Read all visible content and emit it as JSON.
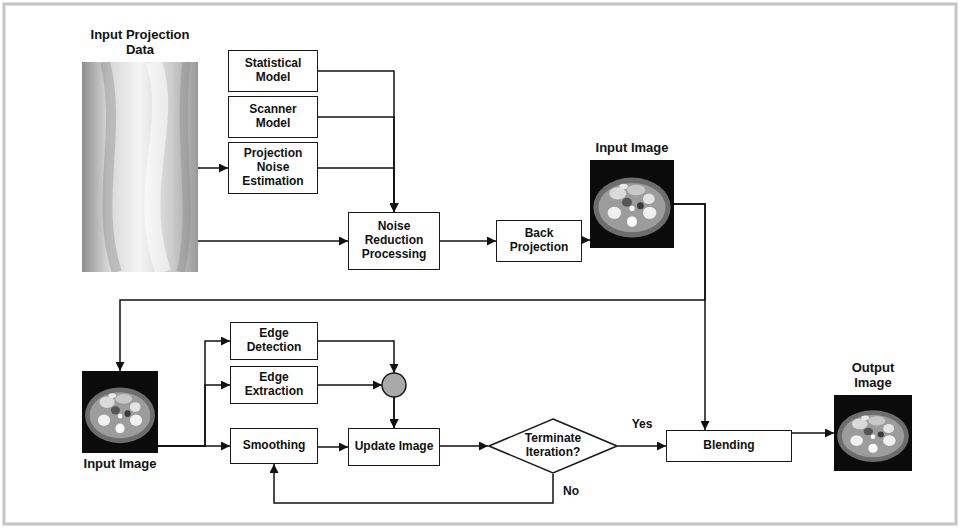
{
  "diagram": {
    "nodes": [
      {
        "text": [
          "Input Projection Data"
        ]
      },
      {
        "text": [
          "Statistical Model"
        ]
      },
      {
        "text": [
          "Scanner Model"
        ]
      },
      {
        "text": [
          "Projection Noise Estimation"
        ]
      },
      {
        "text": [
          "Noise Reduction Processing"
        ]
      },
      {
        "text": [
          "Back Projection"
        ]
      },
      {
        "text": [
          "Input Image"
        ]
      },
      {
        "text": [
          "Input Image"
        ]
      },
      {
        "text": [
          "Edge Detection"
        ]
      },
      {
        "text": [
          "Edge Extraction"
        ]
      },
      {
        "text": [
          "Smoothing"
        ]
      },
      {
        "text": [
          "Update Image"
        ]
      },
      {
        "text": [
          "Terminate Iteration?"
        ]
      },
      {
        "text": [
          "Blending"
        ]
      },
      {
        "text": [
          "Output Image"
        ]
      }
    ],
    "edges": [
      {
        "from": 0,
        "to": 3,
        "arrow": "to"
      },
      {
        "from": 0,
        "to": 4,
        "arrow": "to"
      },
      {
        "from": 1,
        "to": 4,
        "arrow": "to"
      },
      {
        "from": 2,
        "to": 4,
        "arrow": "to"
      },
      {
        "from": 3,
        "to": 4,
        "arrow": "to"
      },
      {
        "from": 4,
        "to": 5,
        "arrow": "to"
      },
      {
        "from": 5,
        "to": 6,
        "arrow": "to"
      },
      {
        "from": 6,
        "to": 7,
        "arrow": "to"
      },
      {
        "from": 6,
        "to": 13,
        "arrow": "to"
      },
      {
        "from": 7,
        "to": 8,
        "arrow": "to"
      },
      {
        "from": 7,
        "to": 9,
        "arrow": "to"
      },
      {
        "from": 7,
        "to": 10,
        "arrow": "to"
      },
      {
        "from": 8,
        "to": 11,
        "arrow": "to"
      },
      {
        "from": 9,
        "to": 11,
        "arrow": "to"
      },
      {
        "from": 10,
        "to": 11,
        "arrow": "to"
      },
      {
        "from": 11,
        "to": 12,
        "arrow": "to"
      },
      {
        "from": 12,
        "to": 13,
        "label": "Yes",
        "arrow": "to"
      },
      {
        "from": 12,
        "to": 10,
        "label": "No",
        "arrow": "to"
      },
      {
        "from": 13,
        "to": 14,
        "arrow": "to"
      }
    ]
  }
}
